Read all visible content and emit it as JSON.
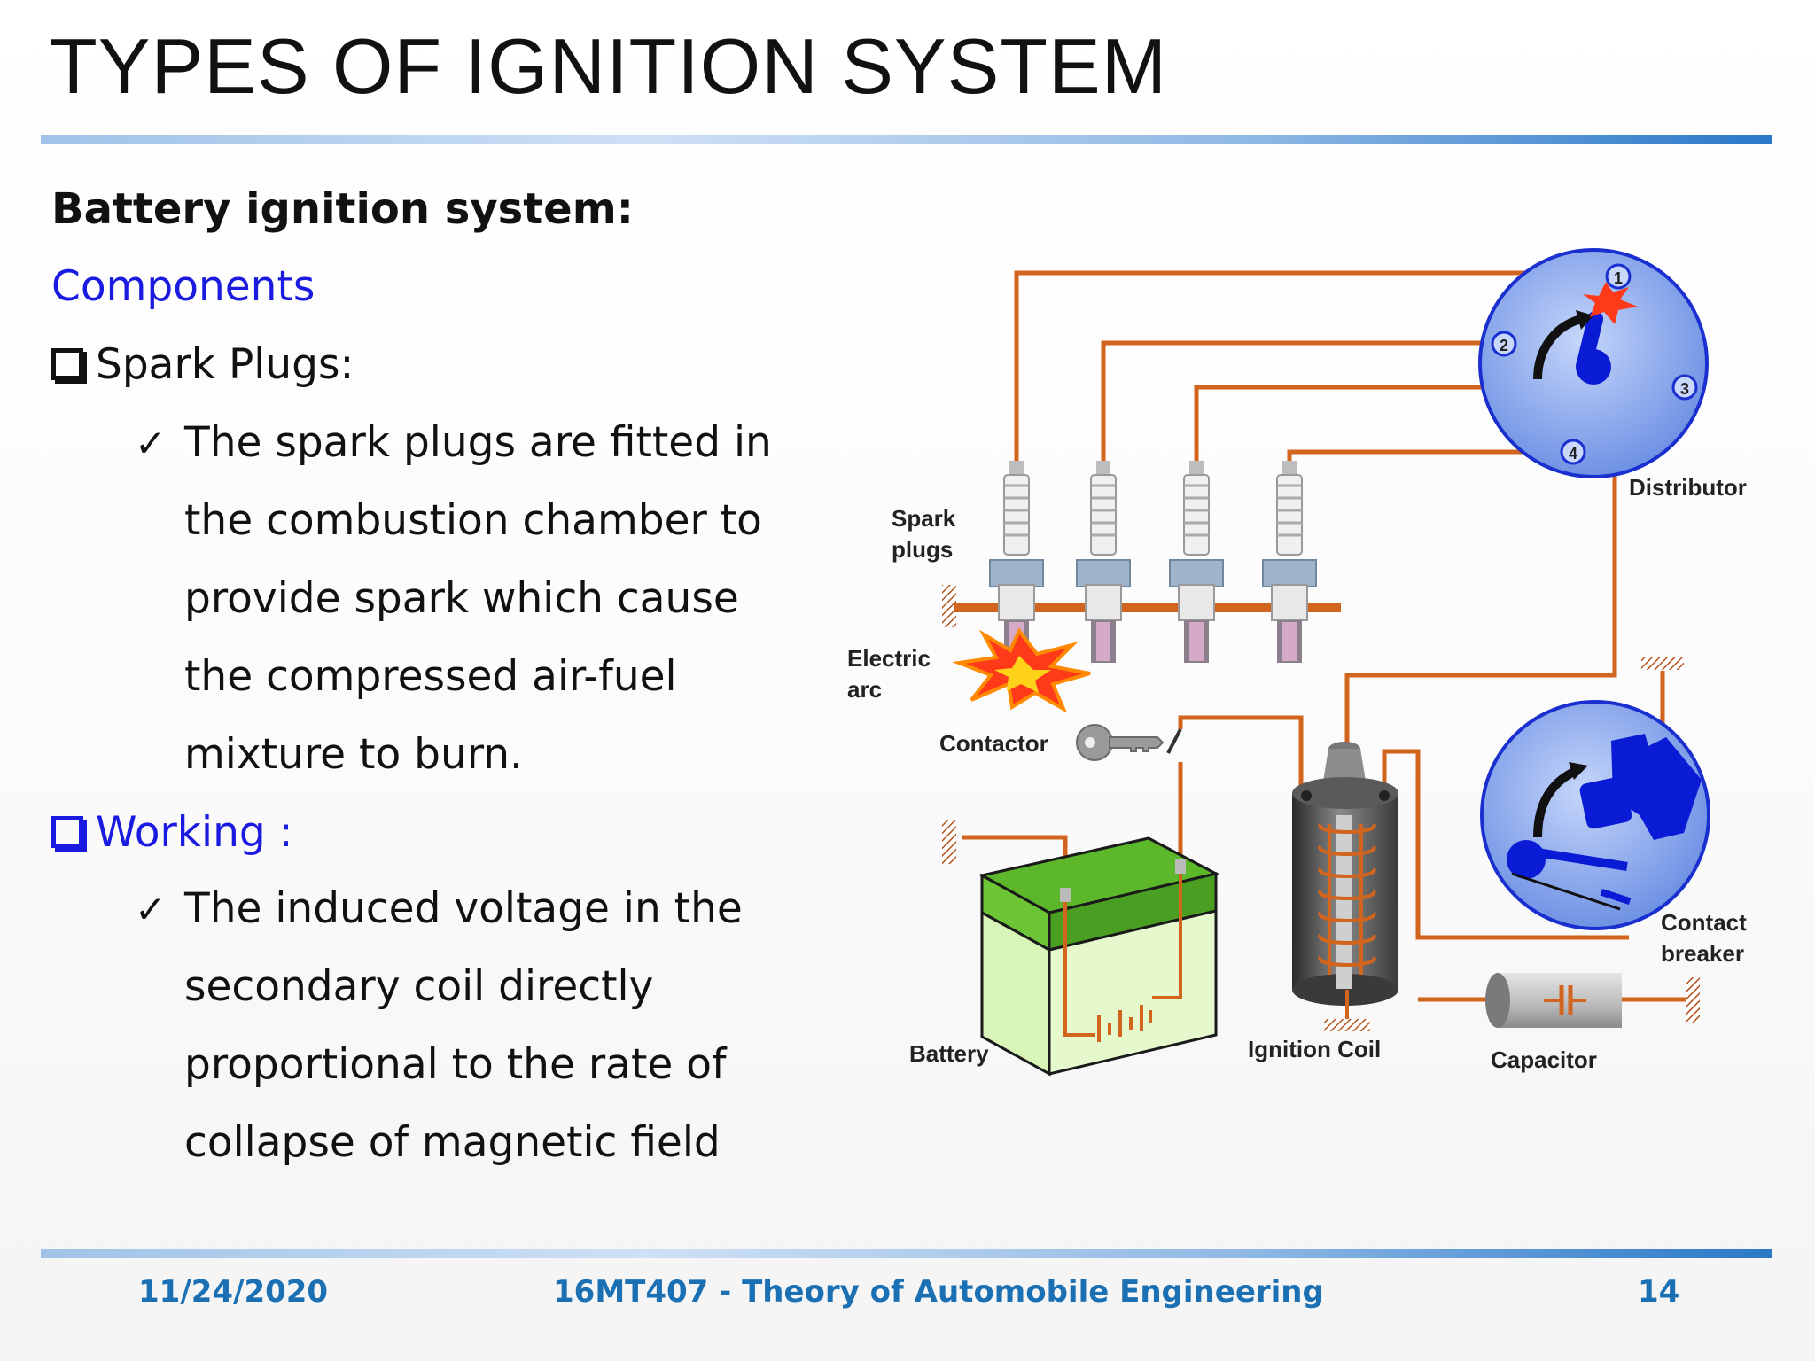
{
  "slide": {
    "title": "TYPES OF IGNITION SYSTEM",
    "heading": "Battery ignition system:",
    "components_label": "Components",
    "spark_plugs_label": "Spark Plugs:",
    "spark_plugs_text": [
      "The spark plugs are fitted in",
      "the combustion chamber to",
      "provide spark which cause",
      "the compressed air-fuel",
      "mixture to burn."
    ],
    "working_label": "Working :",
    "working_text": [
      "The induced voltage in the",
      "secondary coil directly",
      "proportional to the rate of",
      "collapse of magnetic field"
    ]
  },
  "diagram": {
    "labels": {
      "spark_plugs": [
        "Spark",
        "plugs"
      ],
      "electric_arc": [
        "Electric",
        "arc"
      ],
      "contactor": "Contactor",
      "battery": "Battery",
      "ignition_coil": "Ignition Coil",
      "capacitor": "Capacitor",
      "distributor": "Distributor",
      "contact_breaker": [
        "Contact",
        "breaker"
      ]
    },
    "distributor_terminals": [
      "1",
      "2",
      "3",
      "4"
    ],
    "colors": {
      "wire": "#d2651e",
      "distributor_fill": "#7da0ea",
      "rotor": "#0a1bd6",
      "battery": "#5cb82a",
      "coil": "#555555"
    }
  },
  "footer": {
    "date": "11/24/2020",
    "course": "16MT407 - Theory of Automobile Engineering",
    "page": "14"
  }
}
